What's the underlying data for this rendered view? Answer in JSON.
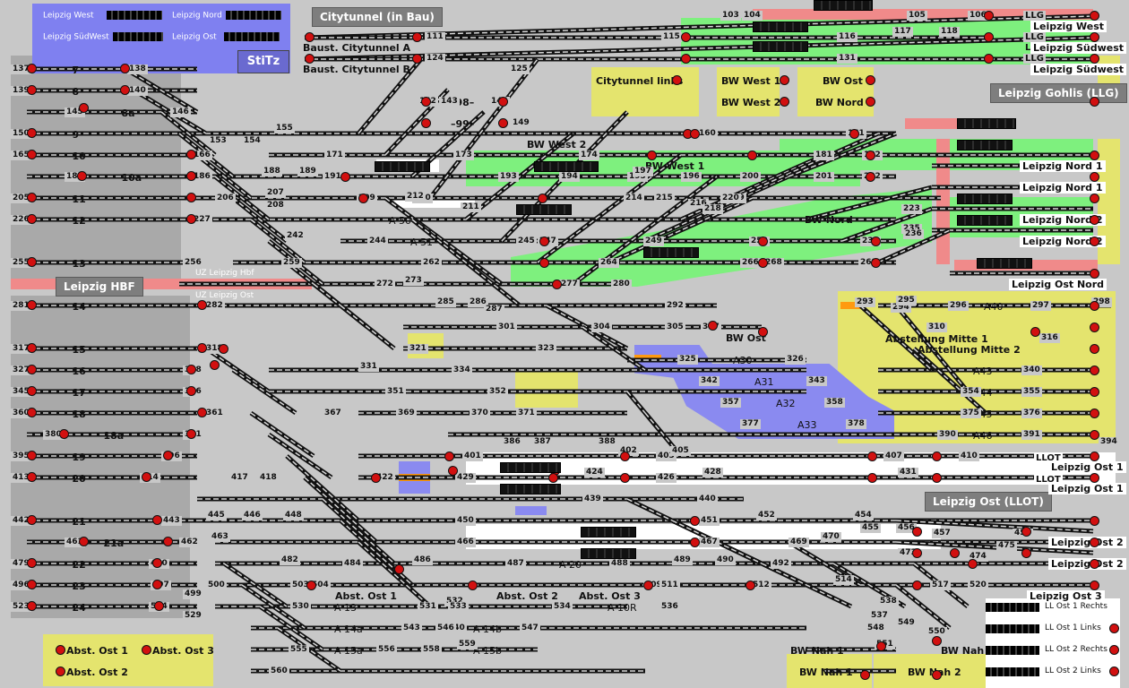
{
  "window": {
    "title": "Leipzig Hbf Stellwerk"
  },
  "stitz": {
    "button": "StiTz",
    "rows": [
      "Leipzig West",
      "Leipzig Nord",
      "Leipzig SüdWest",
      "Leipzig Ost"
    ]
  },
  "headers": {
    "citytunnel": "Citytunnel (in Bau)",
    "gohlis": "Leipzig Gohlis (LLG)",
    "hbf": "Leipzig HBF",
    "ost_llot": "Leipzig Ost (LLOT)"
  },
  "uz_labels": {
    "hbf": "UZ Leipzig Hbf",
    "ost": "UZ Leipzig Ost"
  },
  "platforms": {
    "track_7": "–7–",
    "track_8": "–8–",
    "track_8a": "–8a–",
    "track_9": "–9–",
    "track_10": "–10–",
    "track_10a": "–10a–",
    "track_11": "–11–",
    "track_12": "–12–",
    "track_13": "–13–",
    "track_14": "–14–",
    "track_15": "–15–",
    "track_16": "–16–",
    "track_17": "–17–",
    "track_18": "–18–",
    "track_18a": "–18a–",
    "track_19": "–19–",
    "track_20": "–20–",
    "track_21": "–21–",
    "track_21a": "–21a–",
    "track_22": "–22–",
    "track_23": "–23–",
    "track_24": "–24–",
    "track_98": "–98–",
    "track_99": "–99–"
  },
  "labels": {
    "baust_a": "Baust. Citytunnel A",
    "baust_b": "Baust. Citytunnel B",
    "ct_links": "Citytunnel links",
    "bw_west_1_top": "BW West 1",
    "bw_west_2_top": "BW West 2",
    "bw_ost_top": "BW Ost",
    "bw_nord_top": "BW Nord",
    "bw_west_2_mid": "BW West 2",
    "bw_west_1_mid": "BW West 1",
    "bw_nord_mid": "BW Nord",
    "bw_ost_mid": "BW Ost",
    "a50": "A 50",
    "a51": "A 51",
    "a30": "A30",
    "a31": "A31",
    "a32": "A32",
    "a33": "A33",
    "a40": "A40",
    "a43": "A43",
    "a44": "A44",
    "a45": "A45",
    "a46": "A46",
    "a20": "A 20",
    "a13": "A 13",
    "a14a": "A 14a",
    "a15a": "A 15a",
    "a14b": "A 14b",
    "a15b": "A 15b",
    "a10r": "A 10R",
    "abst_mitte_1": "Abstellung Mitte 1",
    "abst_mitte_2": "Abstellung Mitte 2",
    "abst_ost_1_mid": "Abst. Ost 1",
    "abst_ost_2_mid": "Abst. Ost 2",
    "abst_ost_3_mid": "Abst. Ost 3",
    "abst_ost_1_bl": "Abst. Ost 1",
    "abst_ost_2_bl": "Abst. Ost 2",
    "abst_ost_3_bl": "Abst. Ost 3",
    "bw_nah_1_a": "BW Nah 1",
    "bw_nah_2_a": "BW Nah 2",
    "bw_nah_1_b": "BW Nah 1",
    "bw_nah_2_b": "BW Nah 2",
    "llg1": "LLG",
    "llg2": "LLG",
    "llg3": "LLG",
    "llg4": "LLG",
    "llot1": "LLOT",
    "llot2": "LLOT"
  },
  "exits": {
    "west_1": "Leipzig West",
    "west_2": "Leipzig West",
    "suedwest_1": "Leipzig Südwest",
    "suedwest_2": "Leipzig Südwest",
    "nord_1a": "Leipzig Nord 1",
    "nord_1b": "Leipzig Nord 1",
    "nord_2a": "Leipzig Nord 2",
    "nord_2b": "Leipzig Nord 2",
    "ost_nord": "Leipzig Ost Nord",
    "ost_1a": "Leipzig Ost 1",
    "ost_1b": "Leipzig Ost 1",
    "ost_2a": "Leipzig Ost 2",
    "ost_2b": "Leipzig Ost 2",
    "ost_3": "Leipzig Ost 3"
  },
  "ll_strips": [
    "LL Ost 1 Rechts",
    "LL Ost 1 Links",
    "LL Ost 2 Rechts",
    "LL Ost 2 Links"
  ],
  "track_numbers": {
    "n137": "137",
    "n138": "138",
    "n139": "139",
    "n140": "140",
    "n145": "145",
    "n146": "146",
    "n150": "150",
    "n153": "153",
    "n154": "154",
    "n155": "155",
    "n165": "165",
    "n166": "166",
    "n185": "185",
    "n186": "186",
    "n188": "188",
    "n189": "189",
    "n205": "205",
    "n206": "206",
    "n207": "207",
    "n208": "208",
    "n226": "226",
    "n227": "227",
    "n242": "242",
    "n244": "244",
    "n245": "245",
    "n247": "247",
    "n255": "255",
    "n256": "256",
    "n259": "259",
    "n262": "262",
    "n264": "264",
    "n266": "266",
    "n268": "268",
    "n272": "272",
    "n273": "273",
    "n277": "277",
    "n280": "280",
    "n281": "281",
    "n282": "282",
    "n285": "285",
    "n286": "286",
    "n287": "287",
    "n292": "292",
    "n293": "293",
    "n294": "294",
    "n295": "295",
    "n296": "296",
    "n297": "297",
    "n298": "298",
    "n301": "301",
    "n304": "304",
    "n305": "305",
    "n307": "307",
    "n310": "310",
    "n316": "316",
    "n317": "317",
    "n318": "318",
    "n321": "321",
    "n323": "323",
    "n325": "325",
    "n326": "326",
    "n327": "327",
    "n328": "328",
    "n331": "331",
    "n334": "334",
    "n340": "340",
    "n342": "342",
    "n343": "343",
    "n345": "345",
    "n346": "346",
    "n351": "351",
    "n352": "352",
    "n354": "354",
    "n355": "355",
    "n357": "357",
    "n358": "358",
    "n360": "360",
    "n361": "361",
    "n367": "367",
    "n369": "369",
    "n370": "370",
    "n371": "371",
    "n375": "375",
    "n376": "376",
    "n377": "377",
    "n378": "378",
    "n380": "380",
    "n381": "381",
    "n386": "386",
    "n387": "387",
    "n388": "388",
    "n390": "390",
    "n391": "391",
    "n394": "394",
    "n395": "395",
    "n396": "396",
    "n401": "401",
    "n402": "402",
    "n403": "403",
    "n405": "405",
    "n407": "407",
    "n410": "410",
    "n413": "413",
    "n414": "414",
    "n417": "417",
    "n418": "418",
    "n422": "422",
    "n424": "424",
    "n426": "426",
    "n428": "428",
    "n429": "429",
    "n431": "431",
    "n439": "439",
    "n440": "440",
    "n442": "442",
    "n443": "443",
    "n445": "445",
    "n446": "446",
    "n448": "448",
    "n450": "450",
    "n451": "451",
    "n452": "452",
    "n454": "454",
    "n455": "455",
    "n456": "456",
    "n457": "457",
    "n458": "458",
    "n461": "461",
    "n462": "462",
    "n463": "463",
    "n466": "466",
    "n467": "467",
    "n469": "469",
    "n470": "470",
    "n473": "473",
    "n474": "474",
    "n475": "475",
    "n479": "479",
    "n480": "480",
    "n482": "482",
    "n484": "484",
    "n486": "486",
    "n487": "487",
    "n488": "488",
    "n489": "489",
    "n490": "490",
    "n492": "492",
    "n496": "496",
    "n497": "497",
    "n499": "499",
    "n500": "500",
    "n503": "503",
    "n504": "504",
    "n509": "509",
    "n511": "511",
    "n512": "512",
    "n514": "514",
    "n517": "517",
    "n520": "520",
    "n523": "523",
    "n524": "524",
    "n529": "529",
    "n530": "530",
    "n531": "531",
    "n532": "532",
    "n533": "533",
    "n534": "534",
    "n536": "536",
    "n537": "537",
    "n538": "538",
    "n540": "540",
    "n543": "543",
    "n546": "546",
    "n547": "547",
    "n548": "548",
    "n549": "549",
    "n550": "550",
    "n551": "551",
    "n555": "555",
    "n556": "556",
    "n558": "558",
    "n559": "559",
    "n560": "560",
    "n105": "105",
    "n106": "106",
    "n111": "111",
    "n115": "115",
    "n116": "116",
    "n117": "117",
    "n118": "118",
    "n124": "124",
    "n125": "125",
    "n131": "131",
    "n144": "144",
    "n149": "149",
    "n142": "142",
    "n143": "143",
    "n160": "160",
    "n161": "161",
    "n171": "171",
    "n173": "173",
    "n174": "174",
    "n181": "181",
    "n182": "182",
    "n191": "191",
    "n193": "193",
    "n194": "194",
    "n195": "195",
    "n196": "196",
    "n197": "197",
    "n200": "200",
    "n201": "201",
    "n202": "202",
    "n209": "209",
    "n210": "210",
    "n211": "211",
    "n212": "212",
    "n214": "214",
    "n215": "215",
    "n216": "216",
    "n218": "218",
    "n219": "219",
    "n220": "220",
    "n223": "223",
    "n234": "234",
    "n235": "235",
    "n236": "236",
    "n249": "249",
    "n253": "253",
    "n104": "104",
    "n103": "103",
    "n269": "269"
  },
  "colors": {
    "background": "#c8c8c8",
    "track": "#111111",
    "track_inner": "#e8e8e8",
    "occupied_green": "#7ef07e",
    "reserved_yellow": "#e4e46e",
    "blocked_red": "#f08a8a",
    "blue_area": "#8a8af0",
    "white_area": "#ffffff",
    "orange": "#ff9a10",
    "signal_red": "#d21010",
    "panel_gray": "#a8a8a8",
    "header_gray": "#7e7e7e"
  }
}
